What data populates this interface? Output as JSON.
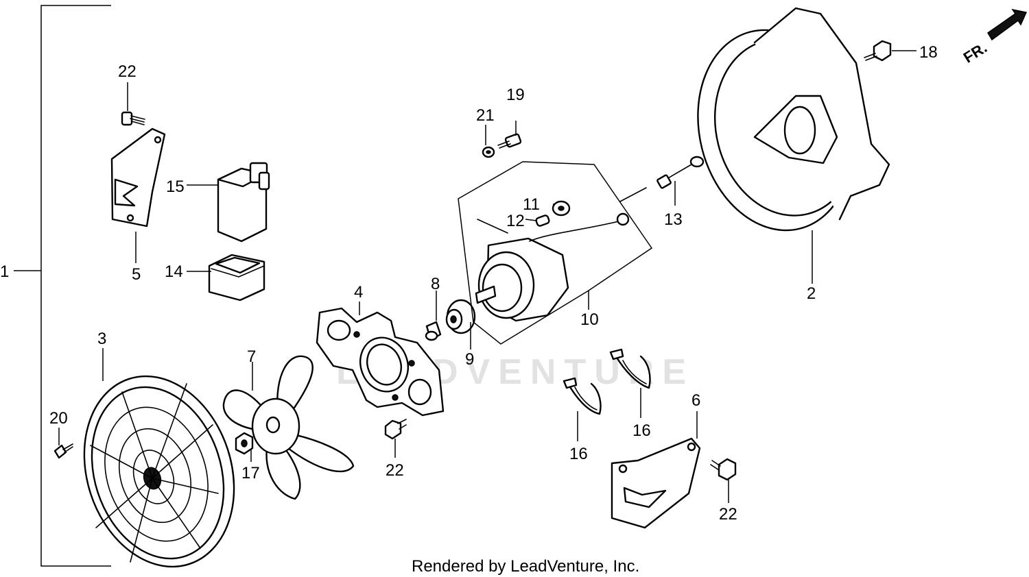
{
  "labels": {
    "p1": "1",
    "p2": "2",
    "p3": "3",
    "p4": "4",
    "p5": "5",
    "p6": "6",
    "p7": "7",
    "p8": "8",
    "p9": "9",
    "p10": "10",
    "p11": "11",
    "p12": "12",
    "p13": "13",
    "p14": "14",
    "p15": "15",
    "p16a": "16",
    "p16b": "16",
    "p17": "17",
    "p18": "18",
    "p19": "19",
    "p20": "20",
    "p21": "21",
    "p22a": "22",
    "p22b": "22",
    "p22c": "22"
  },
  "direction_label": "FR.",
  "watermark": "LEADVENTURE",
  "footer": "Rendered by LeadVenture, Inc."
}
